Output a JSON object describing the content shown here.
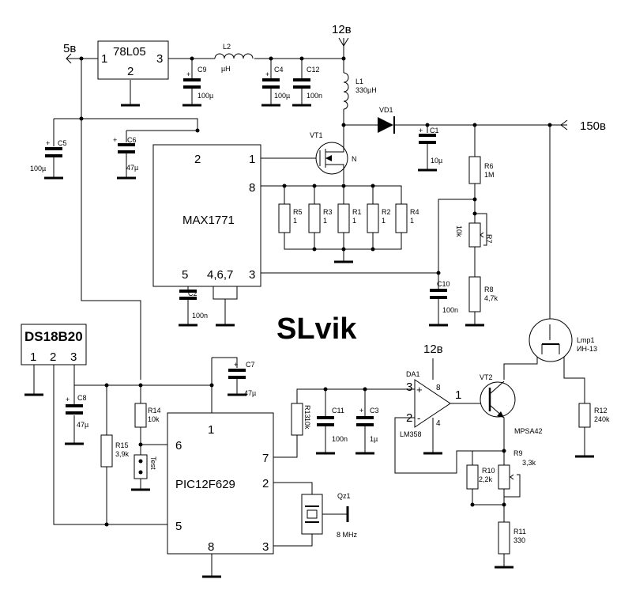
{
  "title": "SLvik",
  "rails": {
    "v5": "5в",
    "v12_top": "12в",
    "v150": "150в",
    "v12_amp": "12в"
  },
  "reg": {
    "name": "78L05",
    "p1": "1",
    "p2": "2",
    "p3": "3"
  },
  "max": {
    "name": "MAX1771",
    "p1": "1",
    "p2": "2",
    "p3": "3",
    "p5": "5",
    "p467": "4,6,7",
    "p8": "8"
  },
  "pic": {
    "name": "PIC12F629",
    "p1": "1",
    "p2": "2",
    "p3": "3",
    "p5": "5",
    "p6": "6",
    "p7": "7",
    "p8": "8"
  },
  "ds": {
    "name": "DS18B20",
    "p1": "1",
    "p2": "2",
    "p3": "3"
  },
  "opamp": {
    "ref": "DA1",
    "part": "LM358",
    "p1": "1",
    "p2": "2",
    "p3": "3",
    "p4": "4",
    "p8": "8",
    "plus": "+",
    "minus": "-"
  },
  "vt1": {
    "ref": "VT1",
    "type": "N"
  },
  "vt2": {
    "ref": "VT2",
    "part": "MPSA42"
  },
  "vd1": {
    "ref": "VD1"
  },
  "lamp": {
    "ref": "Lmp1",
    "part": "ИН-13"
  },
  "qz": {
    "ref": "Qz1",
    "freq": "8 MHz"
  },
  "test": {
    "label": "Test"
  },
  "plus": "+",
  "inductors": {
    "L2": {
      "ref": "L2",
      "val": "µH"
    },
    "L1": {
      "ref": "L1",
      "val": "330µH"
    }
  },
  "caps": {
    "C9": {
      "ref": "C9",
      "val": "100µ"
    },
    "C4": {
      "ref": "C4",
      "val": "100µ"
    },
    "C12": {
      "ref": "C12",
      "val": "100n"
    },
    "C5": {
      "ref": "C5",
      "val": "100µ"
    },
    "C6": {
      "ref": "C6",
      "val": "47µ"
    },
    "C1": {
      "ref": "C1",
      "val": "10µ"
    },
    "C2": {
      "ref": "C2",
      "val": "100n"
    },
    "C10": {
      "ref": "C10",
      "val": "100n"
    },
    "C7": {
      "ref": "C7",
      "val": "47µ"
    },
    "C8": {
      "ref": "C8",
      "val": "47µ"
    },
    "C11": {
      "ref": "C11",
      "val": "100n"
    },
    "C3": {
      "ref": "C3",
      "val": "1µ"
    }
  },
  "res": {
    "R5": {
      "ref": "R5",
      "val": "1"
    },
    "R3": {
      "ref": "R3",
      "val": "1"
    },
    "R1": {
      "ref": "R1",
      "val": "1"
    },
    "R2": {
      "ref": "R2",
      "val": "1"
    },
    "R4": {
      "ref": "R4",
      "val": "1"
    },
    "R6": {
      "ref": "R6",
      "val": "1M"
    },
    "R7": {
      "ref": "R7",
      "val": "10k"
    },
    "R8": {
      "ref": "R8",
      "val": "4,7k"
    },
    "R14": {
      "ref": "R14",
      "val": "10k"
    },
    "R15": {
      "ref": "R15",
      "val": "3,9k"
    },
    "R13": {
      "ref": "R13",
      "val": "10k"
    },
    "R10": {
      "ref": "R10",
      "val": "2,2k"
    },
    "R9": {
      "ref": "R9",
      "val": "3,3k"
    },
    "R11": {
      "ref": "R11",
      "val": "330"
    },
    "R12": {
      "ref": "R12",
      "val": "240k"
    }
  }
}
